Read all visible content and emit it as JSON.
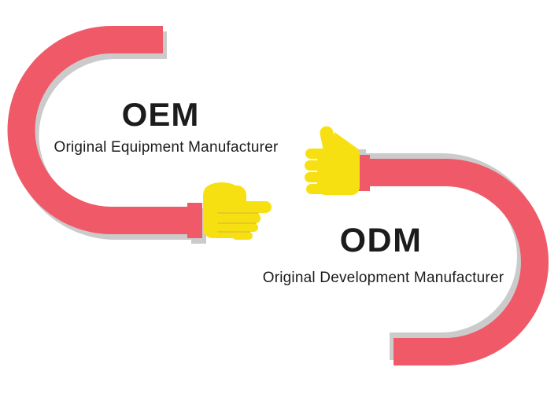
{
  "colors": {
    "background": "#ffffff",
    "arm_red": "#EF5968",
    "shadow_gray": "#CBCBCB",
    "hand_yellow": "#F7E012",
    "hand_shade": "#E3C52B",
    "text": "#1C1C1C"
  },
  "oem": {
    "abbr": "OEM",
    "full_name": "Original Equipment Manufacturer"
  },
  "odm": {
    "abbr": "ODM",
    "full_name": "Original Development Manufacturer"
  }
}
